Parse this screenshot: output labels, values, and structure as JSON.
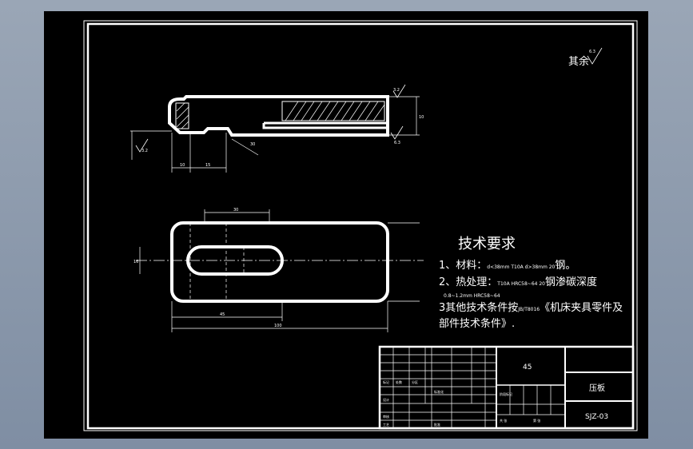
{
  "drawing": {
    "surface_note": "其余",
    "surface_roughness": "6.3",
    "section_roughness_top": "3.2",
    "section_roughness_bottom": "6.3",
    "section_roughness_left": "3.2",
    "dim_small_1": "10",
    "dim_small_2": "15",
    "dim_thickness": "10",
    "dim_slot_width": "30",
    "dim_length_inner": "45",
    "dim_length_total": "100",
    "dim_height": "16",
    "dim_angle": "30"
  },
  "tech": {
    "title": "技术要求",
    "line1_prefix": "1、材料：",
    "line1_small": "d<38mm T10A d>38mm 20",
    "line1_suffix": "钢。",
    "line2_prefix": "2、热处理：",
    "line2_small": "T10A HRC58~64 20",
    "line2_suffix": "钢渗碳深度",
    "line2_sub": "0.8~1.2mm HRC58~64",
    "line3_prefix": "3其他技术条件按",
    "line3_small": "JB/T8016",
    "line3_suffix": "《机床夹具零件及",
    "line4": "部件技术条件》."
  },
  "titleblock": {
    "material": "45",
    "part_name": "压板",
    "drawing_no": "SJZ-03",
    "tiny_a": "标记",
    "tiny_b": "处数",
    "tiny_c": "分区",
    "tiny_d": "设计",
    "tiny_e": "审核",
    "tiny_f": "工艺",
    "tiny_g": "标准化",
    "tiny_h": "批准",
    "tiny_i": "阶段标记",
    "tiny_j": "共 张",
    "tiny_k": "第 张"
  }
}
